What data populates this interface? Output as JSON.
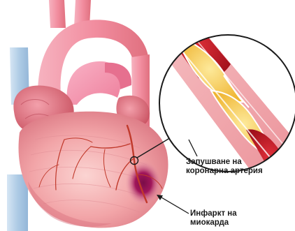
{
  "labels": {
    "occlusion_line1": "Запушване на",
    "occlusion_line2": "коронарна артерия",
    "infarct_line1": "Инфаркт на",
    "infarct_line2": "миокарда"
  },
  "colors": {
    "background": "#ffffff",
    "myocardium": "#f2a5a8",
    "myocardium_shadow": "#e07e86",
    "aorta": "#f08a9b",
    "pulmonary_artery": "#f48da8",
    "vena_cava": "#b7d3ea",
    "atrium": "#e06a7a",
    "infarct": "#a0155a",
    "coronary_vessel": "#c0392b",
    "artery_wall": "#f2a3a8",
    "blood": "#b8111f",
    "plaque": "#f6c84a",
    "outline": "#1a1a1a"
  }
}
